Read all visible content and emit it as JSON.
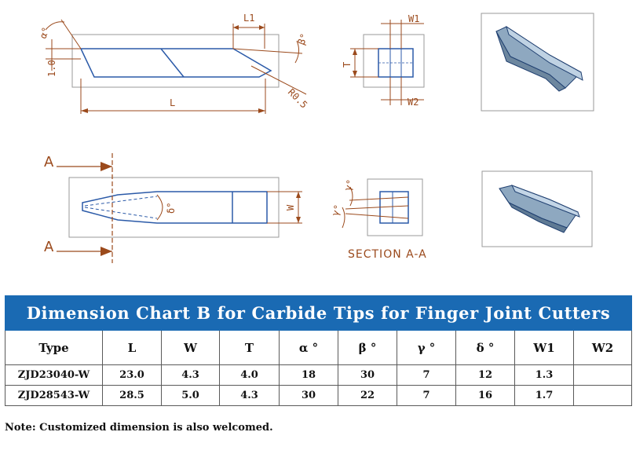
{
  "drawing": {
    "labels": {
      "L1": "L1",
      "L": "L",
      "thickness_1_0": "1.0",
      "alpha": "α°",
      "beta": "β°",
      "gamma_top": "γ°",
      "gamma_bottom": "γ°",
      "delta": "δ°",
      "R": "R0.5",
      "W1": "W1",
      "W2": "W2",
      "T": "T",
      "W": "W",
      "A_top": "A",
      "A_bottom": "A",
      "section": "SECTION A-A"
    }
  },
  "table": {
    "title": "Dimension Chart B for Carbide Tips for Finger Joint Cutters",
    "headers": [
      "Type",
      "L",
      "W",
      "T",
      "α °",
      "β °",
      "γ °",
      "δ °",
      "W1",
      "W2"
    ],
    "rows": [
      [
        "ZJD23040-W",
        "23.0",
        "4.3",
        "4.0",
        "18",
        "30",
        "7",
        "12",
        "1.3",
        ""
      ],
      [
        "ZJD28543-W",
        "28.5",
        "5.0",
        "4.3",
        "30",
        "22",
        "7",
        "16",
        "1.7",
        ""
      ]
    ]
  },
  "note": "Note: Customized dimension is also welcomed.",
  "colors": {
    "title_bar": "#1a6ab3",
    "part_outline": "#2b5aa8",
    "dimension_lines": "#9b4a1c",
    "frame": "#9a9a9a",
    "render_fill": "#a9bfd3"
  }
}
